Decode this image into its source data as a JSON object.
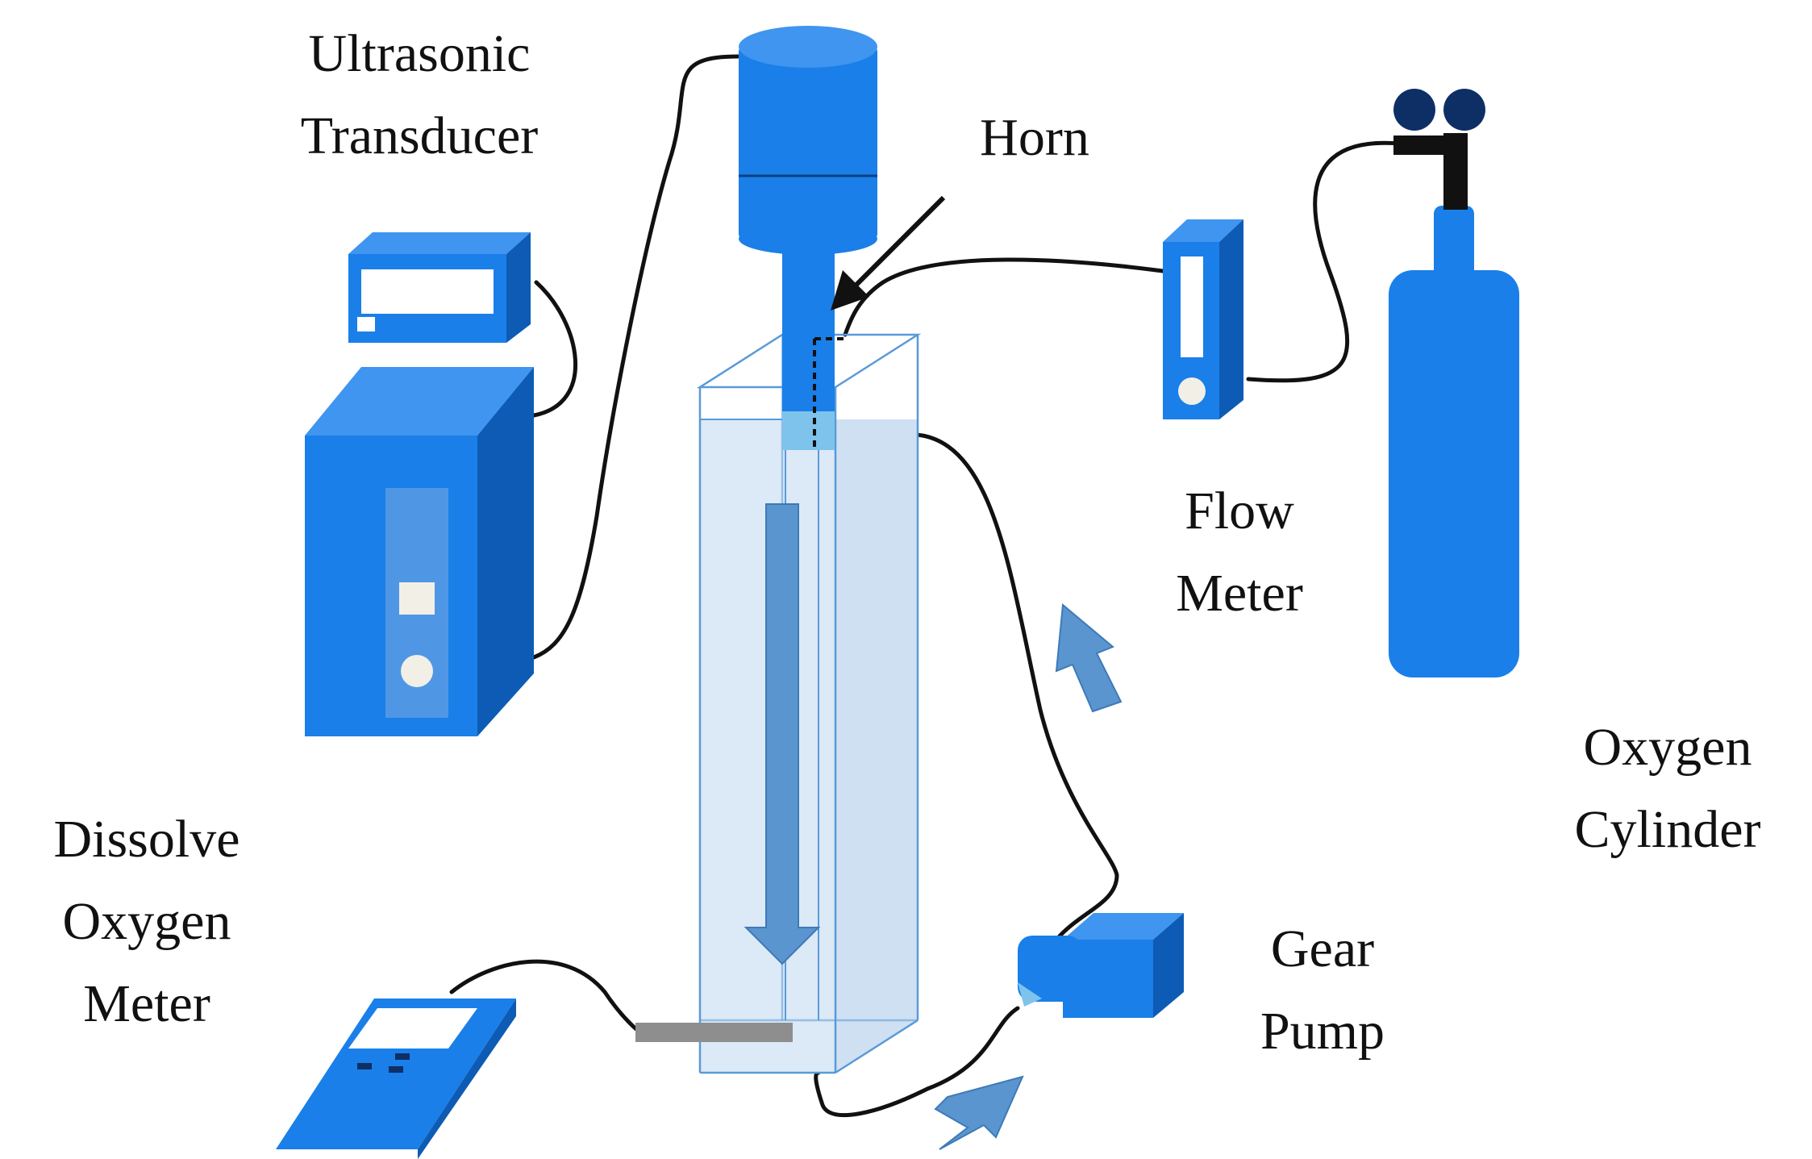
{
  "labels": {
    "transducer": [
      "Ultrasonic",
      "Transducer"
    ],
    "horn": "Horn",
    "flow_meter": [
      "Flow",
      "Meter"
    ],
    "oxygen_cylinder": [
      "Oxygen",
      "Cylinder"
    ],
    "do_meter": [
      "Dissolve",
      "Oxygen",
      "Meter"
    ],
    "gear_pump": [
      "Gear",
      "Pump"
    ]
  },
  "colors": {
    "equipment_blue": "#1a7fe8",
    "equipment_dark": "#0d5bb5",
    "flow_arrow": "#5b95cf",
    "vessel_fill": "#dce9f6",
    "vessel_edge": "#5a9ad8",
    "cable": "#111111"
  }
}
